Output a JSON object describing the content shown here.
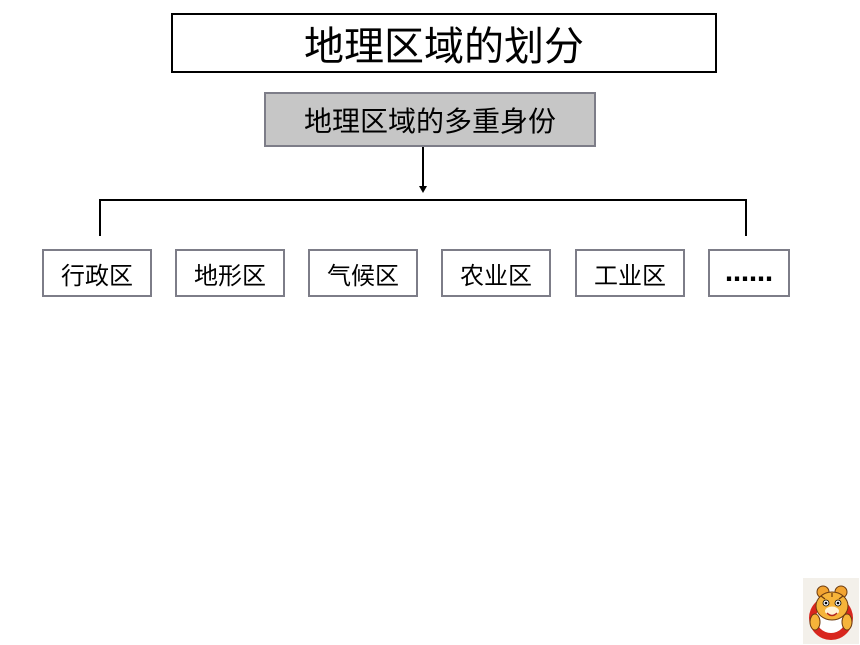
{
  "title": "地理区域的划分",
  "root": {
    "label": "地理区域的多重身份"
  },
  "children": [
    {
      "id": "administrative",
      "label": "行政区"
    },
    {
      "id": "landform",
      "label": "地形区"
    },
    {
      "id": "climate",
      "label": "气候区"
    },
    {
      "id": "agriculture",
      "label": "农业区"
    },
    {
      "id": "industry",
      "label": "工业区"
    },
    {
      "id": "more",
      "label": "……"
    }
  ],
  "colors": {
    "root_fill": "#c6c6c6",
    "box_border": "#7d7d88",
    "line": "#000000"
  },
  "logo": {
    "icon": "tiger-mascot-icon"
  }
}
